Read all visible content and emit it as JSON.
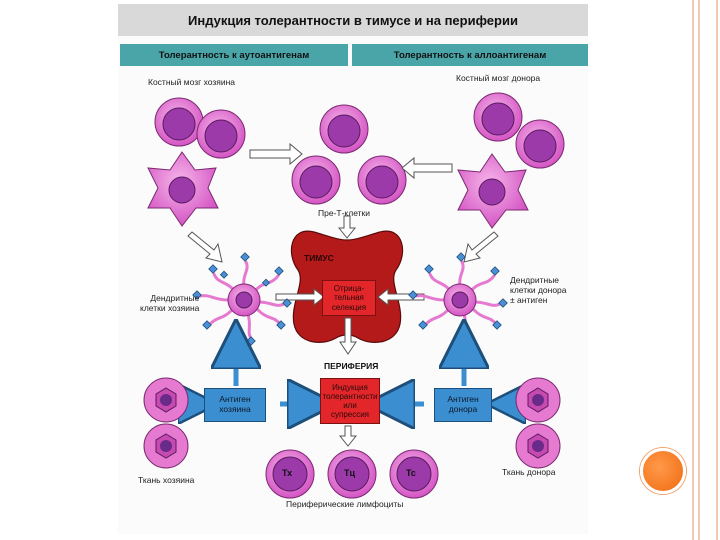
{
  "slide": {
    "accent_color": "#f06a10",
    "frame_color": "#f4c9b4"
  },
  "figure": {
    "title": "Индукция толерантности в тимусе и на периферии",
    "header_left": "Толерантность к аутоантигенам",
    "header_right": "Толерантность к аллоантигенам",
    "bone_marrow_host": "Костный мозг хозяина",
    "bone_marrow_donor": "Костный мозг донора",
    "pre_t_cells": "Пре-Т-клетки",
    "thymus": "ТИМУС",
    "negative_selection": [
      "Отрица-",
      "тельная",
      "селекция"
    ],
    "dc_host": [
      "Дендритные",
      "клетки хозяина"
    ],
    "dc_donor": [
      "Дендритные",
      "клетки донора",
      "± антиген"
    ],
    "periphery": "ПЕРИФЕРИЯ",
    "induction": [
      "Индукция",
      "толерантности",
      "или",
      "супрессия"
    ],
    "antigen_host": [
      "Антиген",
      "хозяина"
    ],
    "antigen_donor": [
      "Антиген",
      "донора"
    ],
    "tissue_host": "Ткань хозяина",
    "tissue_donor": "Ткань донора",
    "t_cells": [
      "Тх",
      "Тц",
      "Тс"
    ],
    "peripheral_lymphocytes": "Периферические лимфоциты",
    "colors": {
      "header": "#4aa5a8",
      "thymus": "#b51a1a",
      "selection_box": "#e2262a",
      "antigen_box": "#3b8ed0",
      "cell_outer": "#e57ad0",
      "cell_nucleus": "#9b3aa8",
      "arrow_blue": "#3b8ed0"
    }
  }
}
